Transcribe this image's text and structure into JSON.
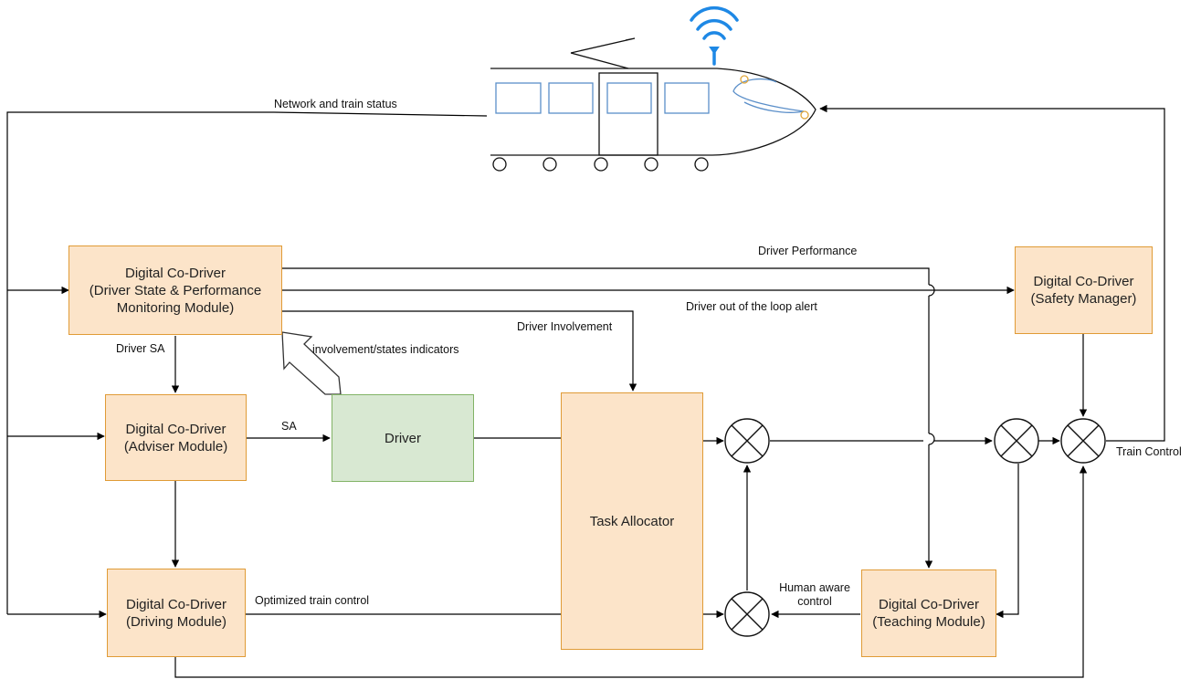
{
  "boxes": {
    "monitoring": {
      "line1": "Digital Co-Driver",
      "line2": "(Driver State & Performance",
      "line3": "Monitoring Module)"
    },
    "adviser": {
      "line1": "Digital Co-Driver",
      "line2": "(Adviser Module)"
    },
    "driving": {
      "line1": "Digital Co-Driver",
      "line2": "(Driving Module)"
    },
    "driver": {
      "label": "Driver"
    },
    "task_allocator": {
      "label": "Task Allocator"
    },
    "safety": {
      "line1": "Digital Co-Driver",
      "line2": "(Safety Manager)"
    },
    "teaching": {
      "line1": "Digital Co-Driver",
      "line2": "(Teaching Module)"
    }
  },
  "labels": {
    "network": "Network and train status",
    "driver_performance": "Driver Performance",
    "out_of_loop": "Driver out of the loop alert",
    "driver_involvement": "Driver Involvement",
    "driver_sa": "Driver SA",
    "indicators": "involvement/states indicators",
    "sa": "SA",
    "optimized": "Optimized train control",
    "human_aware_1": "Human aware",
    "human_aware_2": "control",
    "train_control": "Train Control"
  },
  "colors": {
    "module_fill": "#fce4c9",
    "module_border": "#e09b36",
    "driver_fill": "#d8e8d2",
    "driver_border": "#82b366",
    "wifi": "#1e88e5",
    "train_windows": "#5b8fc9"
  },
  "icons": {
    "train": "train-icon",
    "wifi": "wifi-icon",
    "mixer": "circle-cross-icon"
  }
}
